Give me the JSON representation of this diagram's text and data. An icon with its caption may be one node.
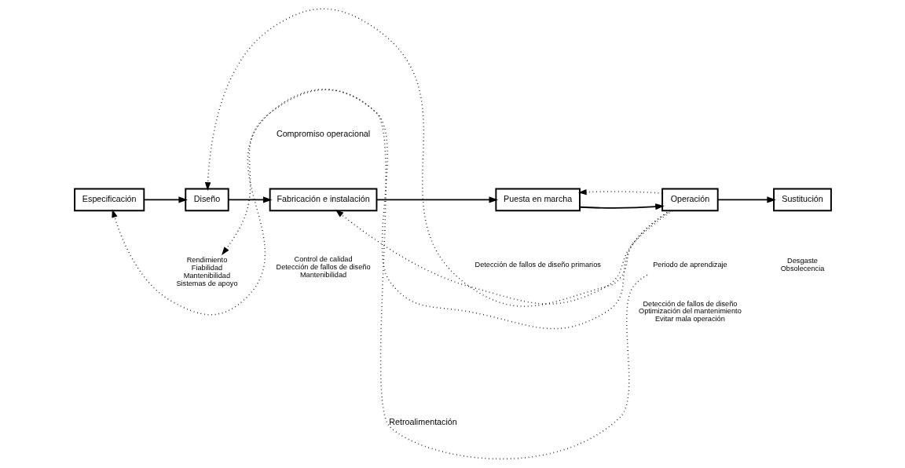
{
  "diagram": {
    "nodes": [
      {
        "text": [
          "Especificación"
        ]
      },
      {
        "text": [
          "Diseño"
        ]
      },
      {
        "text": [
          "Fabricación e instalación"
        ]
      },
      {
        "text": [
          "Puesta en marcha"
        ]
      },
      {
        "text": [
          "Operación"
        ]
      },
      {
        "text": [
          "Sustitución"
        ]
      },
      {
        "text": [
          "Rendimiento",
          "Fiabilidad",
          "Mantenibilidad",
          "Sistemas de apoyo"
        ]
      },
      {
        "text": [
          "Control de calidad",
          "Detección de fallos de diseño",
          "Mantenibilidad"
        ]
      },
      {
        "text": [
          "Detección de fallos de diseño primarios"
        ]
      },
      {
        "text": [
          "Detección de fallos de diseño",
          "Optimización del mantenimiento",
          "Evitar mala operación"
        ]
      },
      {
        "text": [
          "Desgaste",
          "Obsolecencia"
        ]
      },
      {
        "text": [
          "Periodo de aprendizaje"
        ]
      }
    ],
    "edges": [
      {
        "from": 0,
        "to": 1,
        "arrow": "to"
      },
      {
        "from": 1,
        "to": 2,
        "arrow": "to"
      },
      {
        "from": 2,
        "to": 3,
        "arrow": "to"
      },
      {
        "from": 3,
        "to": 4,
        "arrow": "to"
      },
      {
        "from": 4,
        "to": 5,
        "arrow": "to"
      },
      {
        "from": 4,
        "to": 0,
        "arrow": "to",
        "style": "dashed"
      },
      {
        "from": 4,
        "to": 1,
        "arrow": "to",
        "style": "dashed"
      },
      {
        "from": 4,
        "to": 2,
        "arrow": "to",
        "style": "dashed"
      },
      {
        "from": 4,
        "to": 3,
        "arrow": "to",
        "style": "dashed"
      },
      {
        "from": 11,
        "to": 6,
        "arrow": "to",
        "style": "dashed",
        "label": "Retroalimentación"
      }
    ],
    "labels": [
      "Compromiso operacional"
    ]
  }
}
